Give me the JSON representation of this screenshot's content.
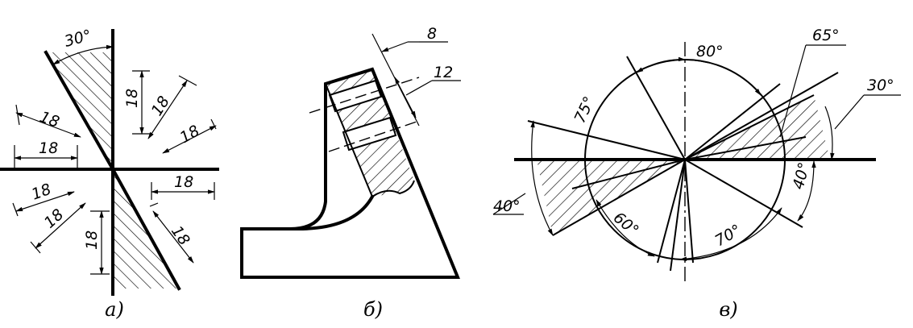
{
  "panels": {
    "a": {
      "caption": "а)",
      "labels": {
        "angle": "30°",
        "d1": "18",
        "d2": "18",
        "d3": "18",
        "d4": "18",
        "d5": "18",
        "d6": "18",
        "d7": "18",
        "d8": "18",
        "d9": "18",
        "d10": "18"
      }
    },
    "b": {
      "caption": "б)",
      "labels": {
        "top": "8",
        "second": "12"
      }
    },
    "c": {
      "caption": "в)",
      "labels": {
        "a80": "80°",
        "a65": "65°",
        "a30": "30°",
        "a75": "75°",
        "a40left": "40°",
        "a40right": "40°",
        "a60": "60°",
        "a70": "70°"
      }
    }
  }
}
